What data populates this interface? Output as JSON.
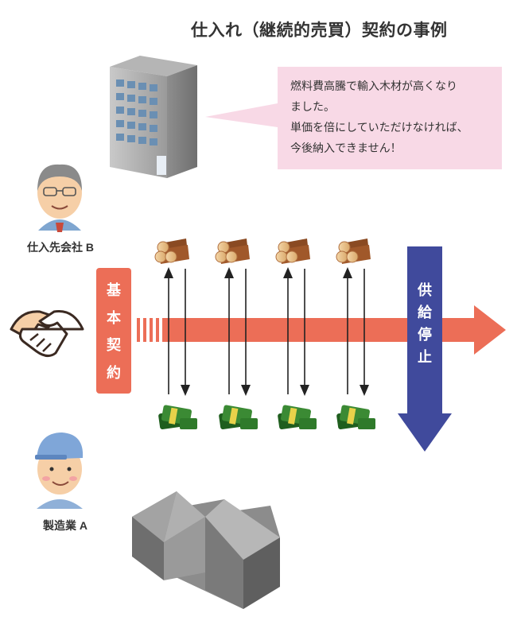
{
  "title": "仕入れ（継続的売買）契約の事例",
  "speech": {
    "lines": [
      "燃料費高騰で輸入木材が高くなり",
      "ました。",
      "単価を倍にしていただけなければ、",
      "今後納入できません！"
    ]
  },
  "parties": {
    "supplier_label": "仕入先会社 B",
    "manufacturer_label": "製造業 A"
  },
  "contract_box": {
    "chars": [
      "基",
      "本",
      "契",
      "約"
    ]
  },
  "stop_arrow": {
    "chars": [
      "供",
      "給",
      "停",
      "止"
    ]
  },
  "colors": {
    "contract_arrow": "#ec6e57",
    "stop_arrow": "#404a9c",
    "speech_bg": "#f8d9e6",
    "logs": "#a0582a",
    "money": "#2f7a2a"
  },
  "icons": [
    "office-building-icon",
    "supplier-person-icon",
    "handshake-icon",
    "manufacturer-person-icon",
    "factory-icon",
    "log-bundle-icon",
    "money-bundle-icon"
  ]
}
